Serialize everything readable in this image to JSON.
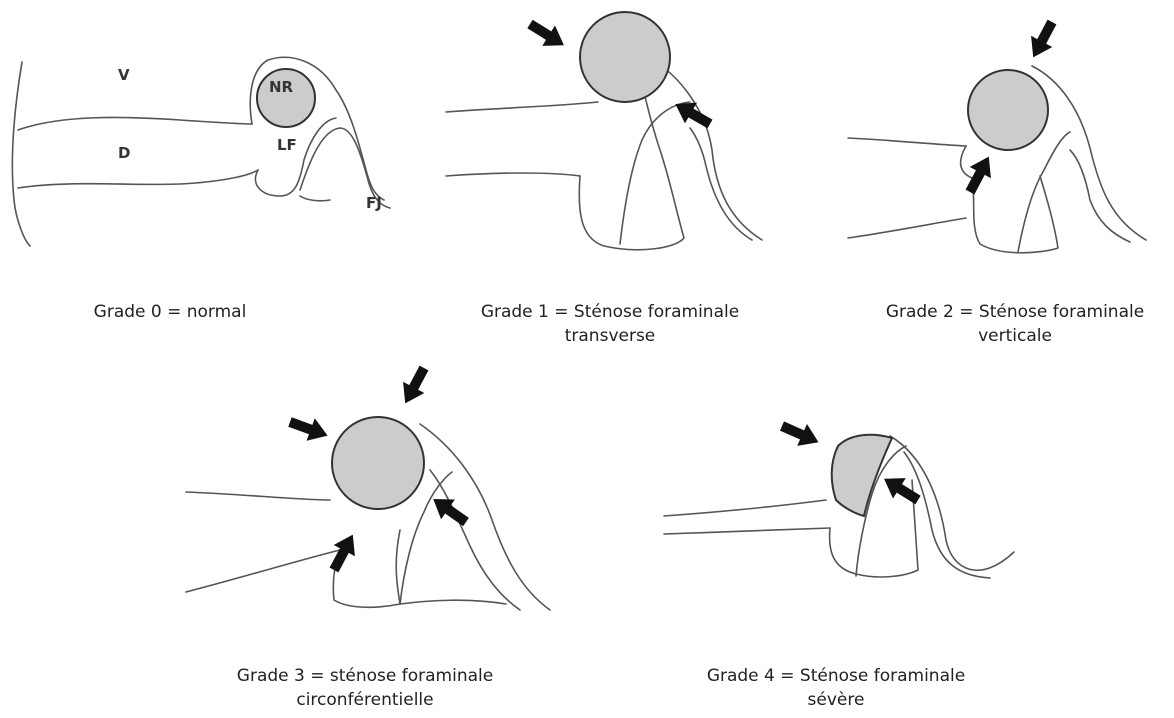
{
  "grade0": {
    "labels": {
      "v": "V",
      "d": "D",
      "nr": "NR",
      "lf": "LF",
      "fj": "FJ"
    },
    "caption": [
      "Grade 0 = normal"
    ]
  },
  "grade1": {
    "caption": [
      "Grade 1 = Sténose foraminale",
      "transverse"
    ]
  },
  "grade2": {
    "caption": [
      "Grade 2 = Sténose foraminale",
      "verticale"
    ]
  },
  "grade3": {
    "caption": [
      "Grade 3 = sténose foraminale",
      "circonférentielle"
    ]
  },
  "grade4": {
    "caption": [
      "Grade 4 = Sténose foraminale",
      "sévère"
    ]
  },
  "colors": {
    "nerve_root_fill": "#cccccc",
    "arrow": "#111111",
    "outline": "#555555"
  }
}
